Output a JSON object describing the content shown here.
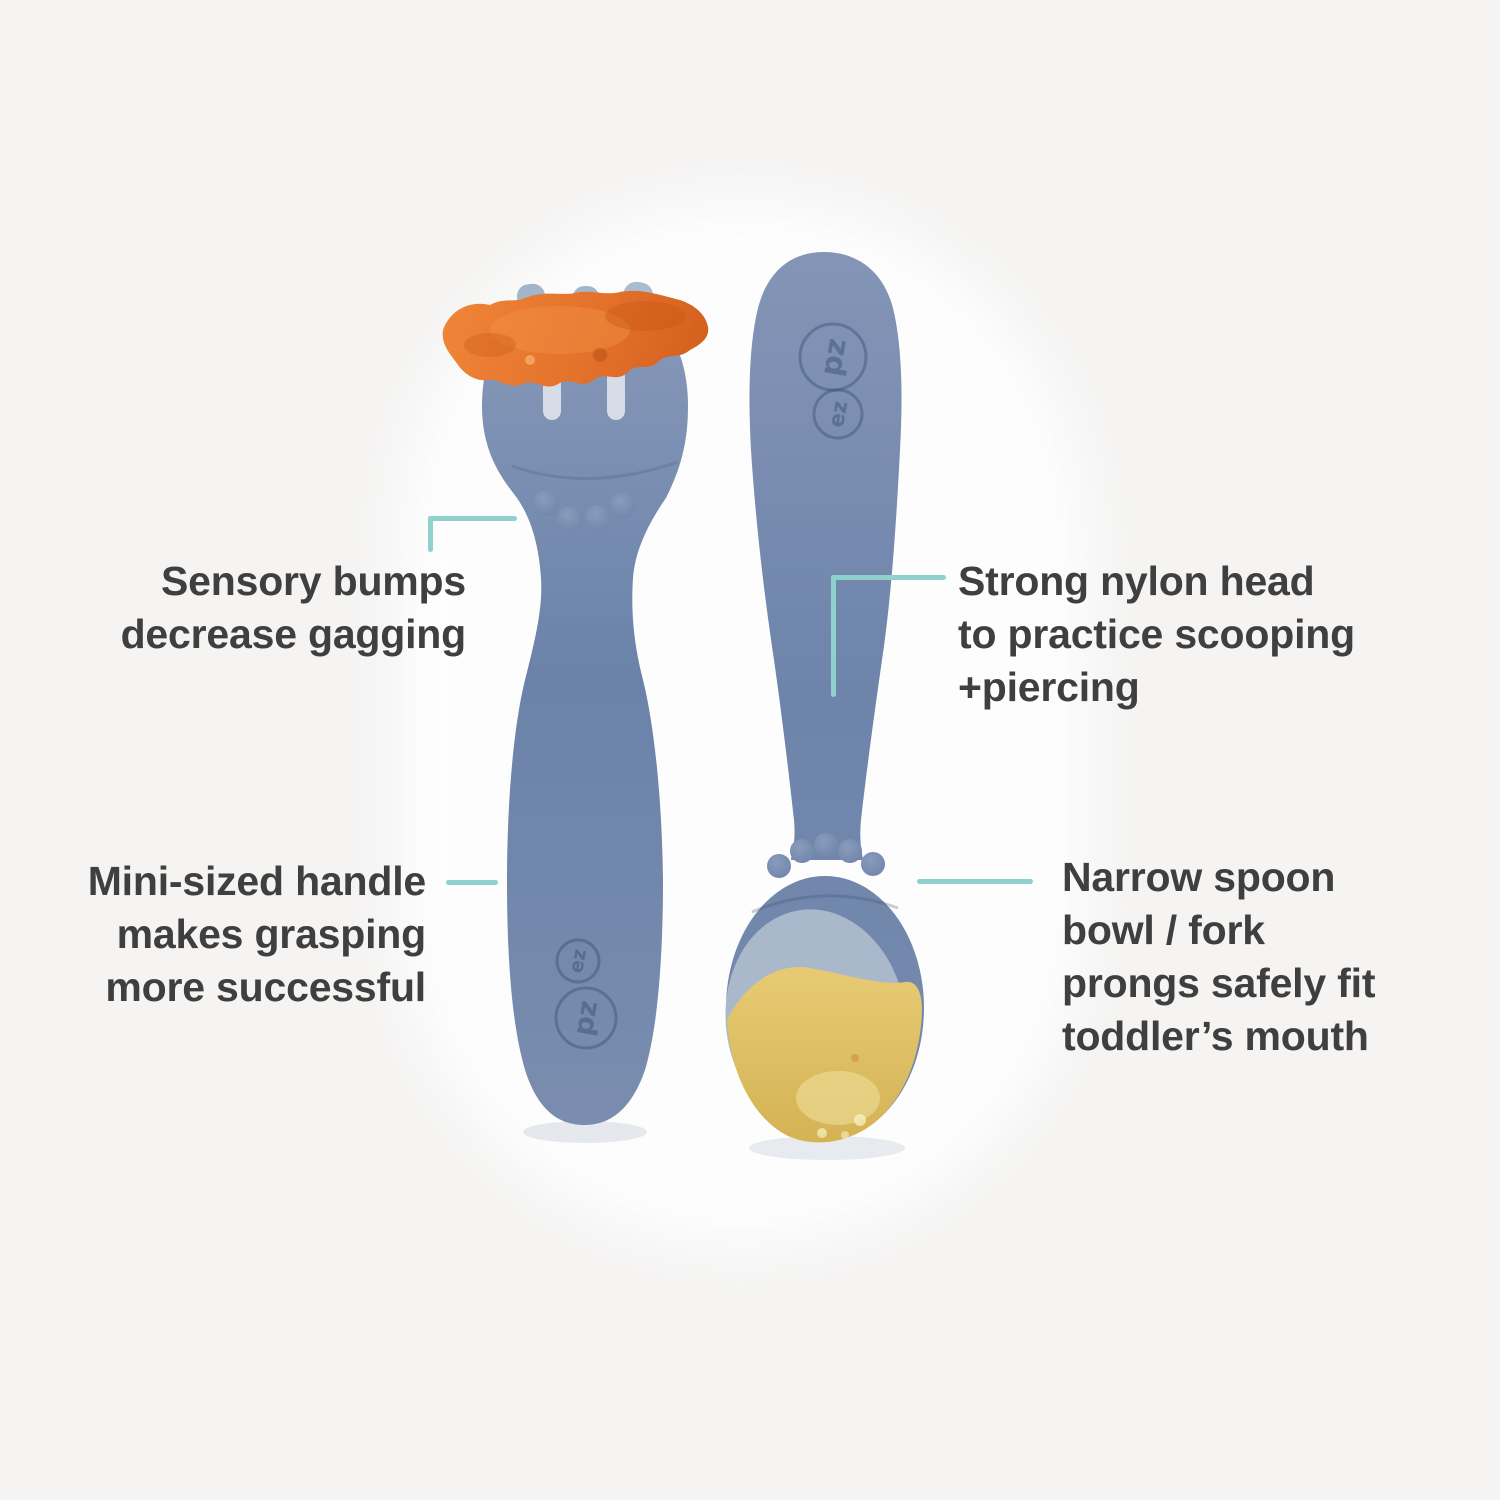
{
  "product": {
    "brand_logo_small": "ez",
    "brand_logo_large": "pz"
  },
  "captions": {
    "sensory_bumps": {
      "lines": [
        "Sensory bumps",
        "decrease gagging"
      ]
    },
    "nylon_head": {
      "lines": [
        "Strong nylon head",
        "to practice scooping",
        "+piercing"
      ]
    },
    "mini_handle": {
      "lines": [
        "Mini-sized handle",
        "makes grasping",
        "more successful"
      ]
    },
    "narrow_bowl": {
      "lines": [
        "Narrow spoon",
        "bowl / fork",
        "prongs safely fit",
        "toddler’s mouth"
      ]
    }
  },
  "colors": {
    "background": "#f5f4f3",
    "photo_backdrop": "#fdfdfd",
    "callout_line": "#8ed1cd",
    "caption_text": "#3f3f3f",
    "utensil_blue": "#6e84ab",
    "nylon_bowl": "#aab8cb",
    "food_orange": "#e2702a",
    "puree_yellow": "#e0c266"
  }
}
